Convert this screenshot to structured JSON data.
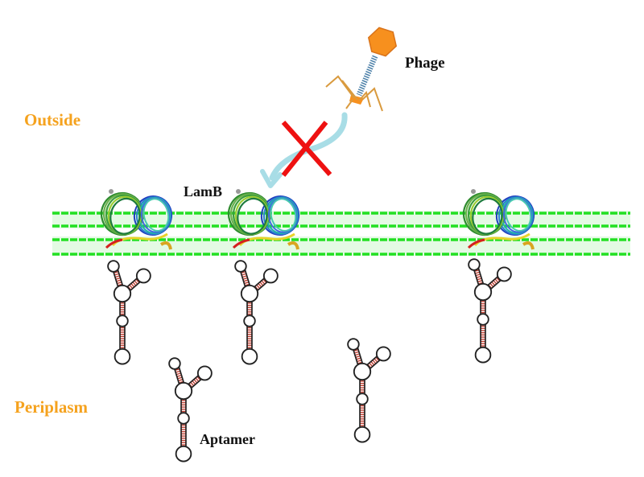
{
  "labels": {
    "phage": "Phage",
    "outside": "Outside",
    "lamb": "LamB",
    "periplasm": "Periplasm",
    "aptamer": "Aptamer"
  },
  "colors": {
    "region_label": "#f5a21e",
    "membrane": "#22e022",
    "phage": "#f7901e",
    "blocked_x": "#ee1111",
    "arrow": "#a8dde6",
    "stem_rungs": "#c0392b"
  },
  "diagram": {
    "lamb_membrane_units": 3,
    "free_aptamers": 2,
    "infection_blocked": true
  }
}
